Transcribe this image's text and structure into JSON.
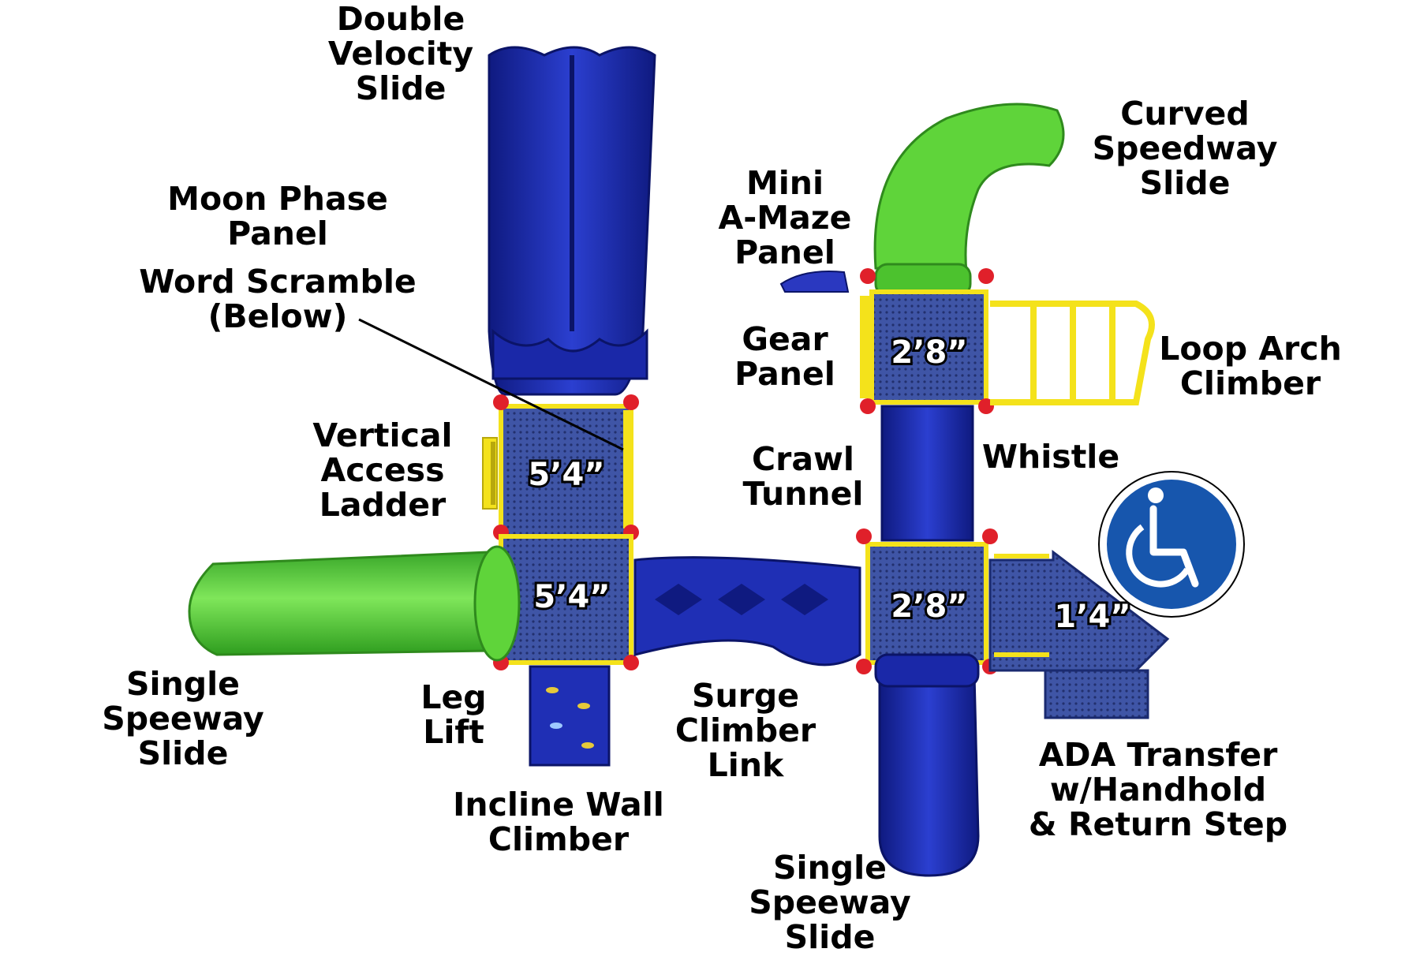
{
  "colors": {
    "blue": "#1f2fb5",
    "blue_dark": "#0f1a80",
    "green": "#5fd43a",
    "green_dark": "#2f9e1f",
    "yellow": "#f4e21b",
    "red": "#e0202a",
    "deck": "#3b4f9c",
    "ada_circle": "#1756ad"
  },
  "labels": {
    "double_velocity_slide": [
      "Double",
      "Velocity",
      "Slide"
    ],
    "moon_phase_panel": [
      "Moon Phase",
      "Panel"
    ],
    "word_scramble": [
      "Word Scramble",
      "(Below)"
    ],
    "vertical_access_ladder": [
      "Vertical",
      "Access",
      "Ladder"
    ],
    "single_speeway_slide_left": [
      "Single",
      "Speeway",
      "Slide"
    ],
    "leg_lift": [
      "Leg",
      "Lift"
    ],
    "incline_wall_climber": [
      "Incline Wall",
      "Climber"
    ],
    "surge_climber_link": [
      "Surge",
      "Climber",
      "Link"
    ],
    "crawl_tunnel": [
      "Crawl",
      "Tunnel"
    ],
    "mini_a_maze_panel": [
      "Mini",
      "A-Maze",
      "Panel"
    ],
    "gear_panel": [
      "Gear",
      "Panel"
    ],
    "curved_speedway_slide": [
      "Curved",
      "Speedway",
      "Slide"
    ],
    "loop_arch_climber": [
      "Loop Arch",
      "Climber"
    ],
    "whistle": [
      "Whistle"
    ],
    "ada_transfer": [
      "ADA Transfer",
      "w/Handhold",
      "& Return Step"
    ],
    "single_speeway_slide_bottom": [
      "Single",
      "Speeway",
      "Slide"
    ]
  },
  "decks": {
    "upper_left": "5’4”",
    "lower_left": "5’4”",
    "upper_right": "2’8”",
    "lower_right": "2’8”",
    "transfer": "1’4”"
  },
  "icons": {
    "accessibility": "wheelchair-icon"
  }
}
